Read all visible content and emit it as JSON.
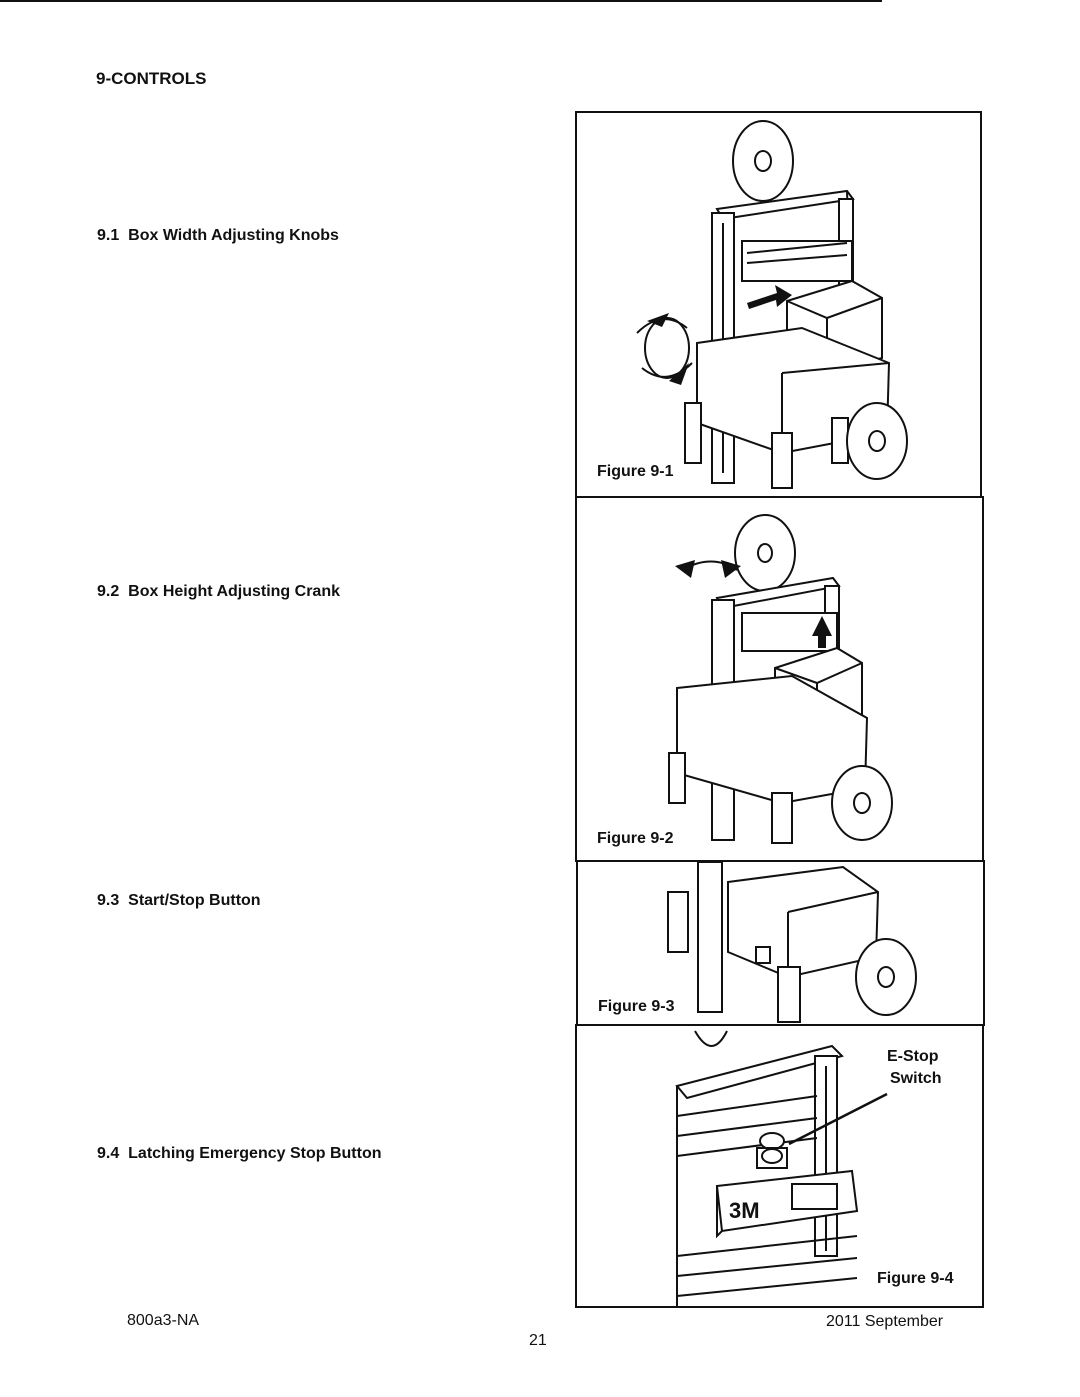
{
  "header": {
    "section_title": "9-CONTROLS"
  },
  "sections": [
    {
      "number": "9.1",
      "title": "Box Width Adjusting Knobs"
    },
    {
      "number": "9.2",
      "title": "Box Height Adjusting Crank"
    },
    {
      "number": "9.3",
      "title": "Start/Stop Button"
    },
    {
      "number": "9.4",
      "title": "Latching Emergency Stop Button"
    }
  ],
  "figures": [
    {
      "caption": "Figure 9-1"
    },
    {
      "caption": "Figure 9-2"
    },
    {
      "caption": "Figure 9-3"
    },
    {
      "caption": "Figure 9-4",
      "callout_line1": "E-Stop",
      "callout_line2": "Switch",
      "logo": "3M"
    }
  ],
  "footer": {
    "doc_id": "800a3-NA",
    "page_number": "21",
    "date": "2011 September"
  }
}
